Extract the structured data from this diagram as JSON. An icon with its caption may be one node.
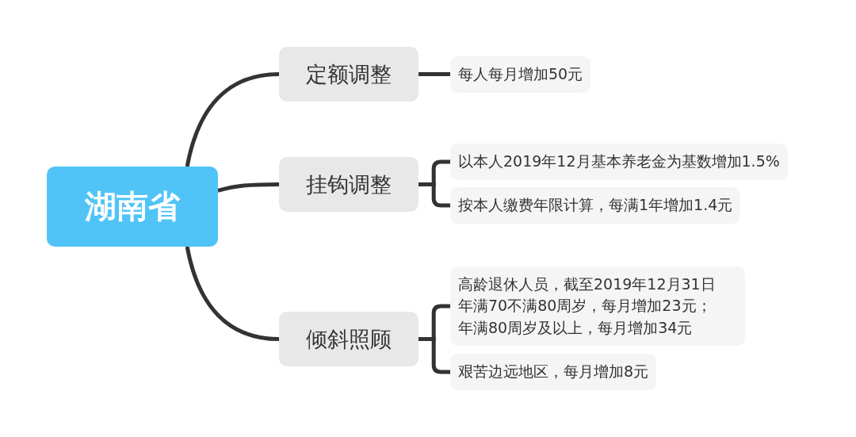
{
  "diagram": {
    "nodes": [
      {
        "text": [
          "湖南省"
        ]
      },
      {
        "text": [
          "定额调整"
        ]
      },
      {
        "text": [
          "每人每月增加50元"
        ]
      },
      {
        "text": [
          "挂钩调整"
        ]
      },
      {
        "text": [
          "以本人2019年12月基本养老金为基数增加1.5%"
        ]
      },
      {
        "text": [
          "按本人缴费年限计算，每满1年增加1.4元"
        ]
      },
      {
        "text": [
          "倾斜照顾"
        ]
      },
      {
        "text": [
          "高龄退休人员，截至2019年12月31日年满70不满80周岁，每月增加23元；年满80周岁及以上，每月增加34元"
        ]
      },
      {
        "text": [
          "艰苦边远地区，每月增加8元"
        ]
      }
    ],
    "edges": [
      {
        "from": 0,
        "to": 1,
        "arrow": "none"
      },
      {
        "from": 0,
        "to": 3,
        "arrow": "none"
      },
      {
        "from": 0,
        "to": 6,
        "arrow": "none"
      },
      {
        "from": 1,
        "to": 2,
        "arrow": "none"
      },
      {
        "from": 3,
        "to": 4,
        "arrow": "none"
      },
      {
        "from": 3,
        "to": 5,
        "arrow": "none"
      },
      {
        "from": 6,
        "to": 7,
        "arrow": "none"
      },
      {
        "from": 6,
        "to": 8,
        "arrow": "none"
      }
    ]
  }
}
